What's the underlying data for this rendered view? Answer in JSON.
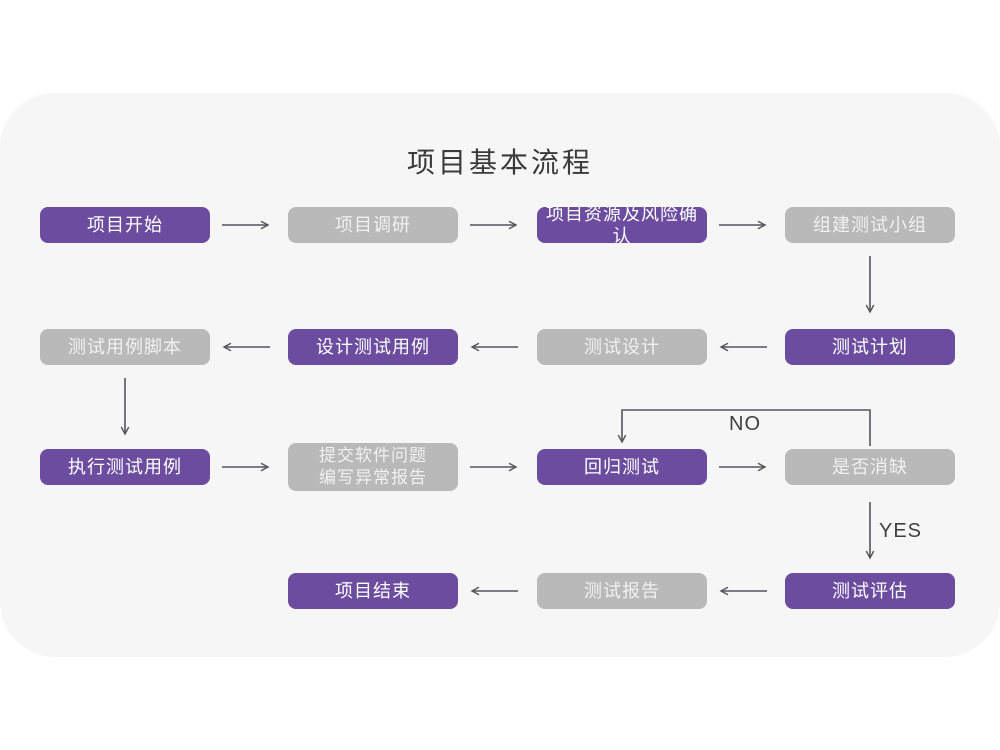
{
  "flow": {
    "title": "项目基本流程",
    "nodes": [
      {
        "id": "project-start",
        "label": "项目开始",
        "variant": "purple"
      },
      {
        "id": "project-research",
        "label": "项目调研",
        "variant": "gray"
      },
      {
        "id": "resources-risk-confirm",
        "label": "项目资源及风险确认",
        "variant": "purple"
      },
      {
        "id": "form-test-team",
        "label": "组建测试小组",
        "variant": "gray"
      },
      {
        "id": "test-plan",
        "label": "测试计划",
        "variant": "purple"
      },
      {
        "id": "test-design",
        "label": "测试设计",
        "variant": "gray"
      },
      {
        "id": "design-test-cases",
        "label": "设计测试用例",
        "variant": "purple"
      },
      {
        "id": "test-case-scripts",
        "label": "测试用例脚本",
        "variant": "gray"
      },
      {
        "id": "execute-test-cases",
        "label": "执行测试用例",
        "variant": "purple"
      },
      {
        "id": "submit-issues-report",
        "label": "提交软件问题\n编写异常报告",
        "variant": "gray"
      },
      {
        "id": "regression-test",
        "label": "回归测试",
        "variant": "purple"
      },
      {
        "id": "defect-cleared",
        "label": "是否消缺",
        "variant": "gray"
      },
      {
        "id": "test-evaluation",
        "label": "测试评估",
        "variant": "purple"
      },
      {
        "id": "test-report",
        "label": "测试报告",
        "variant": "gray"
      },
      {
        "id": "project-end",
        "label": "项目结束",
        "variant": "purple"
      }
    ],
    "branch_labels": {
      "no": "NO",
      "yes": "YES"
    },
    "edges": [
      {
        "from": "project-start",
        "to": "project-research"
      },
      {
        "from": "project-research",
        "to": "resources-risk-confirm"
      },
      {
        "from": "resources-risk-confirm",
        "to": "form-test-team"
      },
      {
        "from": "form-test-team",
        "to": "test-plan"
      },
      {
        "from": "test-plan",
        "to": "test-design"
      },
      {
        "from": "test-design",
        "to": "design-test-cases"
      },
      {
        "from": "design-test-cases",
        "to": "test-case-scripts"
      },
      {
        "from": "test-case-scripts",
        "to": "execute-test-cases"
      },
      {
        "from": "execute-test-cases",
        "to": "submit-issues-report"
      },
      {
        "from": "submit-issues-report",
        "to": "regression-test"
      },
      {
        "from": "regression-test",
        "to": "defect-cleared"
      },
      {
        "from": "defect-cleared",
        "to": "regression-test",
        "label": "NO"
      },
      {
        "from": "defect-cleared",
        "to": "test-evaluation",
        "label": "YES"
      },
      {
        "from": "test-evaluation",
        "to": "test-report"
      },
      {
        "from": "test-report",
        "to": "project-end"
      }
    ]
  },
  "colors": {
    "node_purple": "#6b4c9e",
    "node_gray": "#b9b9b9",
    "card_background": "#f6f6f7",
    "arrow": "#55555a",
    "title_text": "#3a3a3a"
  }
}
